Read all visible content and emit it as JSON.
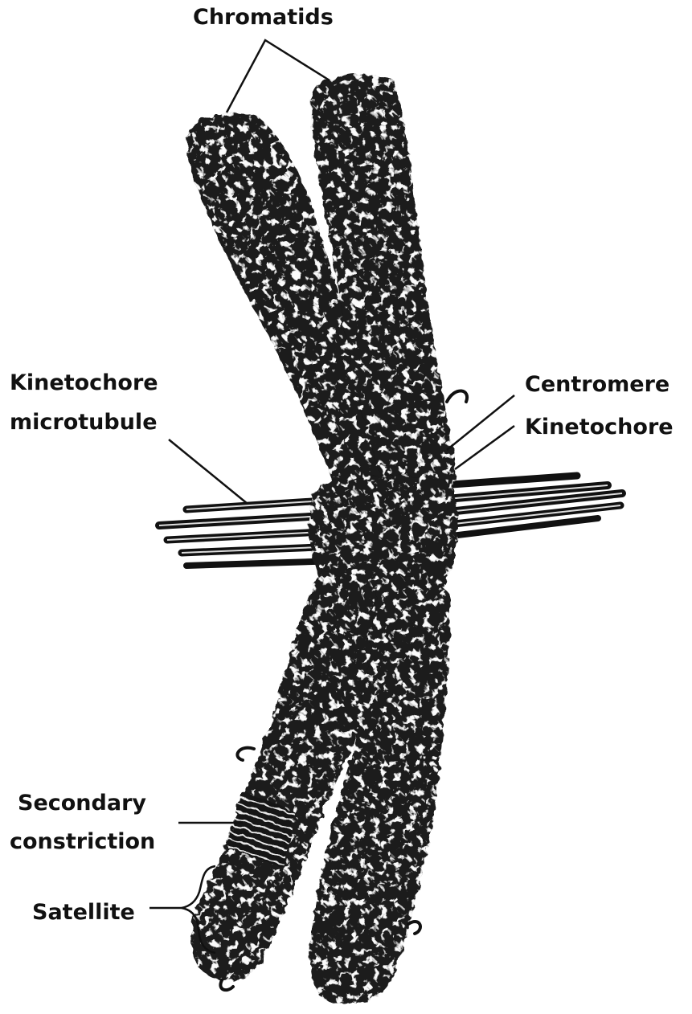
{
  "labels": {
    "chromatids": "Chromatids",
    "kinetochore_microtubule_line1": "Kinetochore",
    "kinetochore_microtubule_line2": "microtubule",
    "centromere": "Centromere",
    "kinetochore": "Kinetochore",
    "secondary_constriction_line1": "Secondary",
    "secondary_constriction_line2": "constriction",
    "satellite": "Satellite"
  },
  "colors": {
    "background": "#ffffff",
    "chromatin": "#1a1a1a",
    "chromatin_highlight": "#f2f2f2",
    "leader_lines": "#111111",
    "text": "#111111"
  }
}
